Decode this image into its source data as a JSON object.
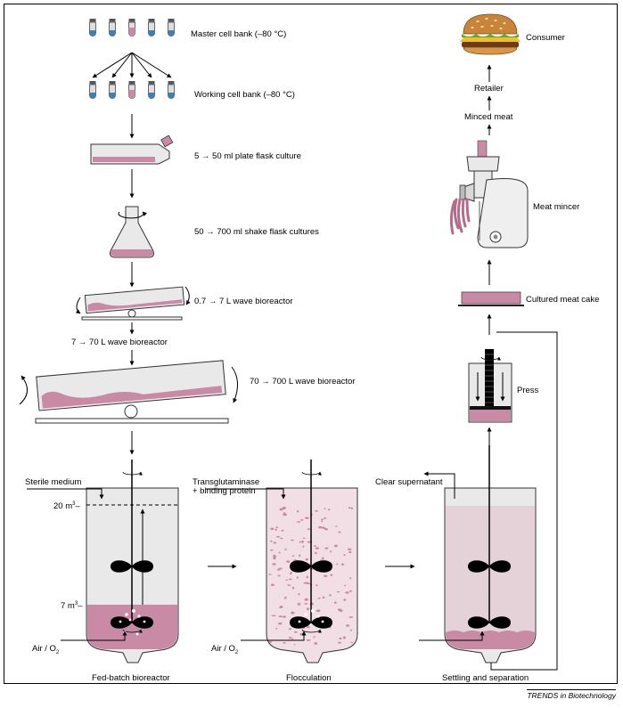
{
  "labels": {
    "master_cell_bank": "Master cell bank (–80 °C)",
    "working_cell_bank": "Working cell bank (–80 °C)",
    "plate_flask": "5 → 50 ml plate flask culture",
    "shake_flask": "50 → 700 ml shake flask cultures",
    "wave_small": "0.7 → 7 L wave bioreactor",
    "wave_medium": "7 → 70 L wave bioreactor",
    "wave_large": "70 → 700 L wave bioreactor",
    "sterile_medium": "Sterile medium",
    "transglutaminase_1": "Transglutaminase",
    "transglutaminase_2": "+ binding protein",
    "clear_supernatant": "Clear supernatant",
    "level_20": "20 m",
    "level_7": "7 m",
    "air_o2": "Air / O",
    "fed_batch": "Fed-batch bioreactor",
    "flocculation": "Flocculation",
    "settling": "Settling and separation",
    "press": "Press",
    "cultured_meat_cake": "Cultured meat cake",
    "meat_mincer": "Meat mincer",
    "minced_meat": "Minced meat",
    "retailer": "Retailer",
    "consumer": "Consumer"
  },
  "credit": "TRENDS in Biotechnology",
  "colors": {
    "culture_pink": "#c98aa6",
    "light_pink": "#f1dfe5",
    "tube_blue": "#3f7fb3",
    "glass_grey": "#e4e4e4"
  }
}
